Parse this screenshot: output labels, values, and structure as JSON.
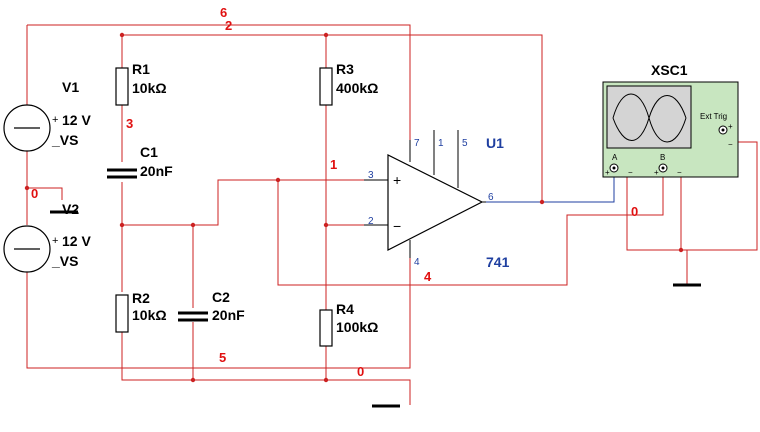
{
  "components": {
    "v1": {
      "name": "V1",
      "value": "12 V",
      "sub": "_VS",
      "plus": "+"
    },
    "v2": {
      "name": "V2",
      "value": "12 V",
      "sub": "_VS",
      "plus": "+"
    },
    "r1": {
      "name": "R1",
      "value": "10kΩ"
    },
    "r2": {
      "name": "R2",
      "value": "10kΩ"
    },
    "r3": {
      "name": "R3",
      "value": "400kΩ"
    },
    "r4": {
      "name": "R4",
      "value": "100kΩ"
    },
    "c1": {
      "name": "C1",
      "value": "20nF"
    },
    "c2": {
      "name": "C2",
      "value": "20nF"
    },
    "u1": {
      "name": "U1",
      "model": "741",
      "plus_sign": "+",
      "minus_sign": "−"
    },
    "xsc1": {
      "name": "XSC1",
      "ext_trig": "Ext Trig",
      "ch_a": "A",
      "ch_b": "B",
      "plus": "+",
      "minus": "−"
    }
  },
  "pins": {
    "p7": "7",
    "p1": "1",
    "p5": "5",
    "p3": "3",
    "p2": "2",
    "p6": "6",
    "p4": "4"
  },
  "nets": {
    "n6": "6",
    "n2": "2",
    "n3": "3",
    "n1": "1",
    "n0_left": "0",
    "n0_right": "0",
    "n4": "4",
    "n5": "5",
    "n0_bottom": "0"
  },
  "colors": {
    "wire": "#cc2222",
    "scope_wire": "#1f3fa0",
    "scope_body": "#c8e6c0",
    "scope_screen": "#d4d4d4"
  }
}
